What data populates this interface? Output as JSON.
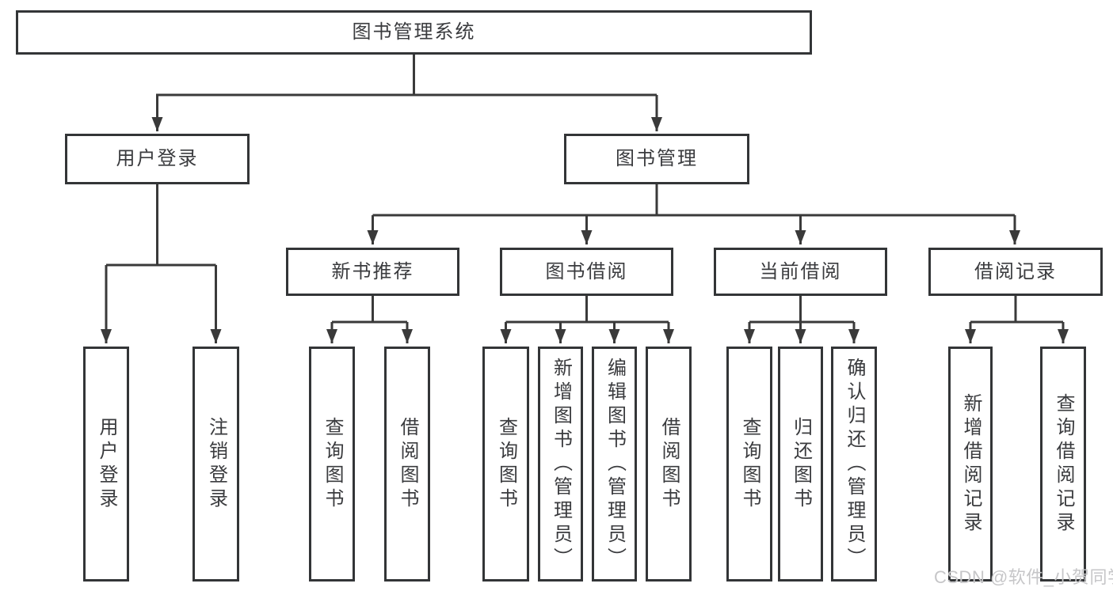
{
  "diagram": {
    "type": "hierarchy-tree",
    "watermark": "CSDN @软件_小贺同学",
    "colors": {
      "background": "#ffffff",
      "box_border": "#333537",
      "box_fill": "#ffffff",
      "line": "#3a3a3a",
      "text": "#3a3b3e",
      "watermark": "#c6c6c8"
    },
    "tree": {
      "label": "图书管理系统",
      "children": [
        {
          "label": "用户登录",
          "children": [
            {
              "label": "用户登录"
            },
            {
              "label": "注销登录"
            }
          ]
        },
        {
          "label": "图书管理",
          "children": [
            {
              "label": "新书推荐",
              "children": [
                {
                  "label": "查询图书"
                },
                {
                  "label": "借阅图书"
                }
              ]
            },
            {
              "label": "图书借阅",
              "children": [
                {
                  "label": "查询图书"
                },
                {
                  "label": "新增图书（管理员）"
                },
                {
                  "label": "编辑图书（管理员）"
                },
                {
                  "label": "借阅图书"
                }
              ]
            },
            {
              "label": "当前借阅",
              "children": [
                {
                  "label": "查询图书"
                },
                {
                  "label": "归还图书"
                },
                {
                  "label": "确认归还（管理员）"
                }
              ]
            },
            {
              "label": "借阅记录",
              "children": [
                {
                  "label": "新增借阅记录"
                },
                {
                  "label": "查询借阅记录"
                }
              ]
            }
          ]
        }
      ]
    }
  }
}
